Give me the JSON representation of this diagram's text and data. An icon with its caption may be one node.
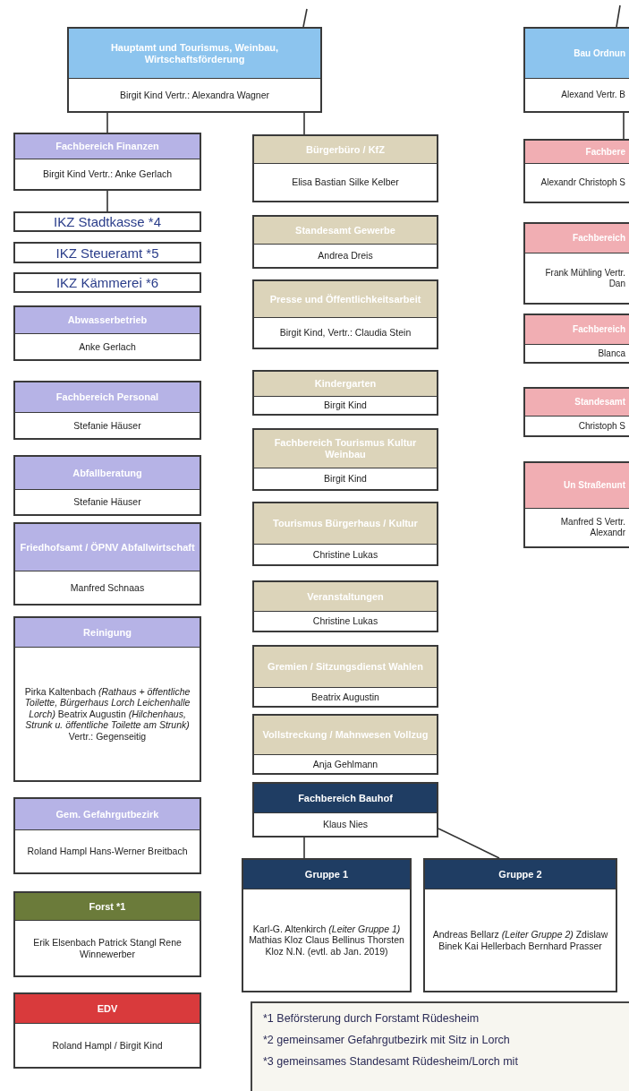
{
  "diagram": {
    "nodes": [
      {
        "text": [
          "Hauptamt und Tourismus, Weinbau, Wirtschaftsförderung",
          "Birgit Kind Vertr.: Alexandra Wagner"
        ]
      },
      {
        "text": [
          "Fachbereich Finanzen",
          "Birgit Kind Vertr.: Anke Gerlach"
        ]
      },
      {
        "text": [
          "IKZ Stadtkasse *4"
        ]
      },
      {
        "text": [
          "IKZ Steueramt *5"
        ]
      },
      {
        "text": [
          "IKZ Kämmerei *6"
        ]
      },
      {
        "text": [
          "Abwasserbetrieb",
          "Anke Gerlach"
        ]
      },
      {
        "text": [
          "Fachbereich Personal",
          "Stefanie Häuser"
        ]
      },
      {
        "text": [
          "Abfallberatung",
          "Stefanie Häuser"
        ]
      },
      {
        "text": [
          "Friedhofsamt / ÖPNV Abfallwirtschaft",
          "Manfred Schnaas"
        ]
      },
      {
        "text": [
          "Reinigung",
          "Pirka Kaltenbach *(Rathaus + öffentliche Toilette, Bürgerhaus Lorch Leichenhalle Lorch)* Beatrix Augustin *(Hilchenhaus, Strunk u. öffentliche Toilette am Strunk)* Vertr.: Gegenseitig"
        ]
      },
      {
        "text": [
          "Gem. Gefahrgutbezirk",
          "Roland Hampl Hans-Werner Breitbach"
        ]
      },
      {
        "text": [
          "Forst *1",
          "Erik Elsenbach Patrick Stangl Rene Winnewerber"
        ]
      },
      {
        "text": [
          "EDV",
          "Roland Hampl / Birgit Kind"
        ]
      },
      {
        "text": [
          "Bürgerbüro / KfZ",
          "Elisa Bastian Silke Kelber"
        ]
      },
      {
        "text": [
          "Standesamt Gewerbe",
          "Andrea Dreis"
        ]
      },
      {
        "text": [
          "Presse und Öffentlichkeitsarbeit",
          "Birgit Kind, Vertr.: Claudia Stein"
        ]
      },
      {
        "text": [
          "Kindergarten",
          "Birgit Kind"
        ]
      },
      {
        "text": [
          "Fachbereich Tourismus Kultur Weinbau",
          "Birgit Kind"
        ]
      },
      {
        "text": [
          "Tourismus Bürgerhaus / Kultur",
          "Christine Lukas"
        ]
      },
      {
        "text": [
          "Veranstaltungen",
          "Christine Lukas"
        ]
      },
      {
        "text": [
          "Gremien / Sitzungsdienst Wahlen",
          "Beatrix Augustin"
        ]
      },
      {
        "text": [
          "Vollstreckung / Mahnwesen Vollzug",
          "Anja Gehlmann"
        ]
      },
      {
        "text": [
          "Fachbereich Bauhof",
          "Klaus Nies"
        ]
      },
      {
        "text": [
          "Gruppe 1",
          "Karl-G. Altenkirch *(Leiter Gruppe 1)* Mathias Kloz Claus Bellinus Thorsten Kloz N.N. (evtl. ab Jan. 2019)"
        ]
      },
      {
        "text": [
          "Gruppe 2",
          "Andreas Bellarz *(Leiter Gruppe 2)* Zdislaw Binek Kai Hellerbach Bernhard Prasser"
        ]
      },
      {
        "text": [
          "Bau Ordnun",
          "Alexand Vertr. B"
        ]
      },
      {
        "text": [
          "Fachbere",
          "Alexandr Christoph S"
        ]
      },
      {
        "text": [
          "Fachbereich",
          "Frank Mühling Vertr. Dan"
        ]
      },
      {
        "text": [
          "Fachbereich",
          "Blanca"
        ]
      },
      {
        "text": [
          "Standesamt",
          "Christoph S"
        ]
      },
      {
        "text": [
          "Un Straßenunt",
          "Manfred S Vertr. Alexandr"
        ]
      }
    ],
    "edges": [
      {
        "from": null,
        "to": 0,
        "arrow": "none"
      },
      {
        "from": 0,
        "to": 1,
        "arrow": "none"
      },
      {
        "from": 1,
        "to": 2,
        "arrow": "none"
      },
      {
        "from": 0,
        "to": 13,
        "arrow": "none"
      },
      {
        "from": 22,
        "to": 23,
        "arrow": "none"
      },
      {
        "from": 22,
        "to": 24,
        "arrow": "none"
      },
      {
        "from": null,
        "to": 25,
        "arrow": "none"
      },
      {
        "from": 25,
        "to": 26,
        "arrow": "none"
      }
    ],
    "labels": [
      "*1 Beförsterung durch Forstamt Rüdesheim",
      "*2 gemeinsamer Gefahrgutbezirk mit Sitz in Lorch",
      "*3 gemeinsames Standesamt Rüdesheim/Lorch mit"
    ]
  }
}
